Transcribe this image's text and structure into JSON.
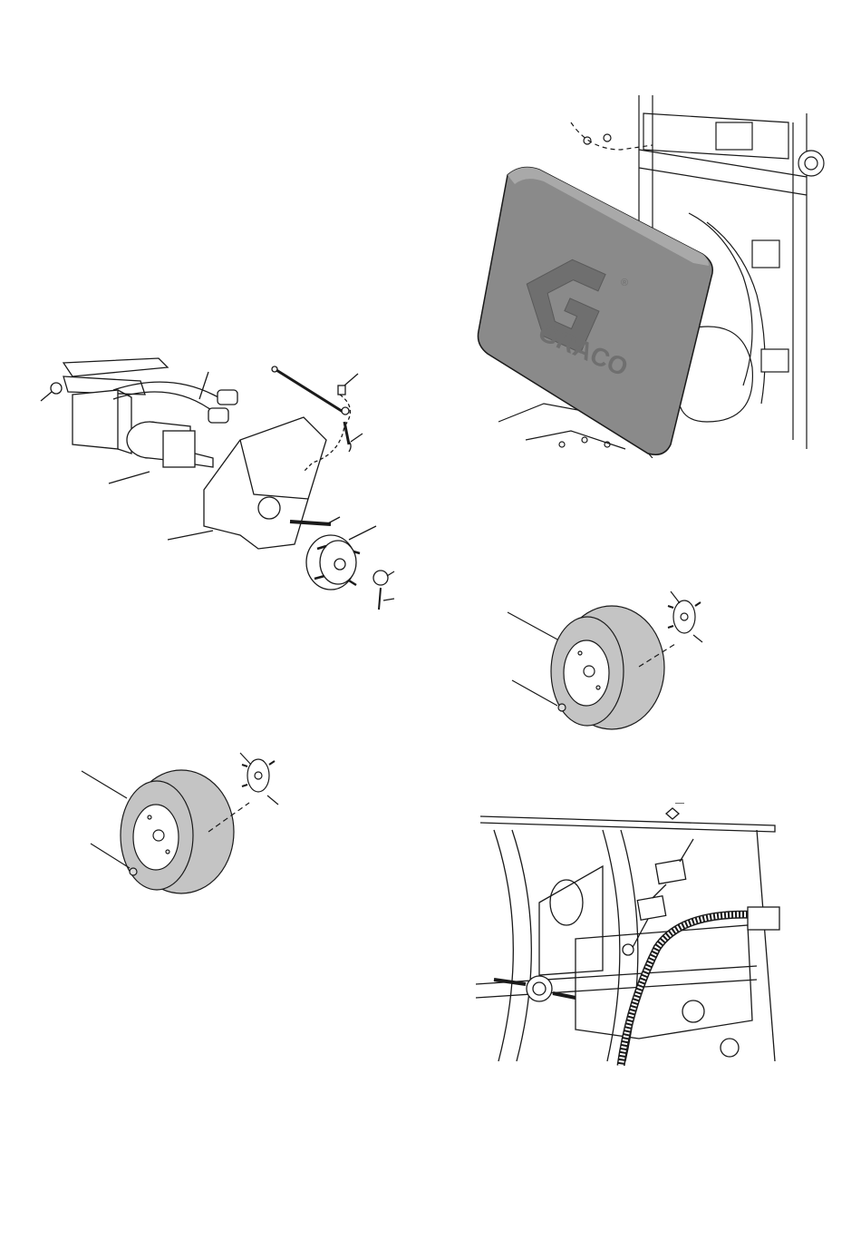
{
  "brand": {
    "logo_text": "GRACO",
    "registered_mark": "®"
  },
  "colors": {
    "line": "#1a1a1a",
    "tire_gray": "#c4c4c4",
    "shroud_gray": "#8a8a8a",
    "logo_gray": "#6f6f6f",
    "background": "#ffffff"
  },
  "figures": [
    {
      "id": "motor-wheel-hub-assembly"
    },
    {
      "id": "graco-shroud-cover"
    },
    {
      "id": "wheel-removal-right"
    },
    {
      "id": "wheel-removal-left"
    },
    {
      "id": "wiring-harness-connectors"
    }
  ]
}
